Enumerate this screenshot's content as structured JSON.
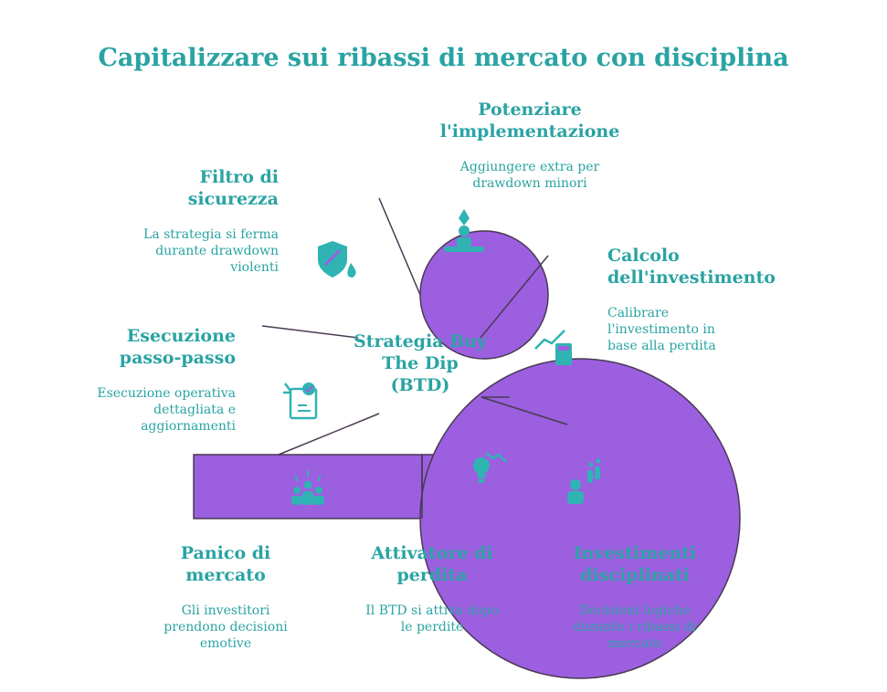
{
  "title": "Capitalizzare sui ribassi di mercato con disciplina",
  "center_label": "Strategia Buy\nThe Dip\n(BTD)",
  "colors": {
    "purple": "#9b5fe0",
    "stroke": "#4a3a52",
    "teal": "#2aa3a3",
    "icon": "#2fb3b3"
  },
  "stages": [
    {
      "heading": "Panico di\nmercato",
      "desc": "Gli investitori\nprendono decisioni\nemotive",
      "icon": "crowd-icon"
    },
    {
      "heading": "Attivatore di\nperdita",
      "desc": "Il BTD si attiva dopo\nle perdite",
      "icon": "trigger-bulb-icon"
    },
    {
      "heading": "Calcolo\ndell'investimento",
      "desc": "Calibrare\nl'investimento in\nbase alla perdita",
      "icon": "calculator-chart-icon"
    },
    {
      "heading": "Potenziare\nl'implementazione",
      "desc": "Aggiungere extra per\ndrawdown minori",
      "icon": "boost-person-icon"
    },
    {
      "heading": "Filtro di\nsicurezza",
      "desc": "La strategia si ferma\ndurante drawdown\nviolenti",
      "icon": "shield-filter-icon"
    },
    {
      "heading": "Esecuzione\npasso-passo",
      "desc": "Esecuzione operativa\ndettagliata e\naggiornamenti",
      "icon": "checklist-hand-icon"
    },
    {
      "heading": "Investimenti\ndisciplinati",
      "desc": "Decisioni logiche\ndurante i ribassi di\nmercato",
      "icon": "investor-money-icon"
    }
  ]
}
